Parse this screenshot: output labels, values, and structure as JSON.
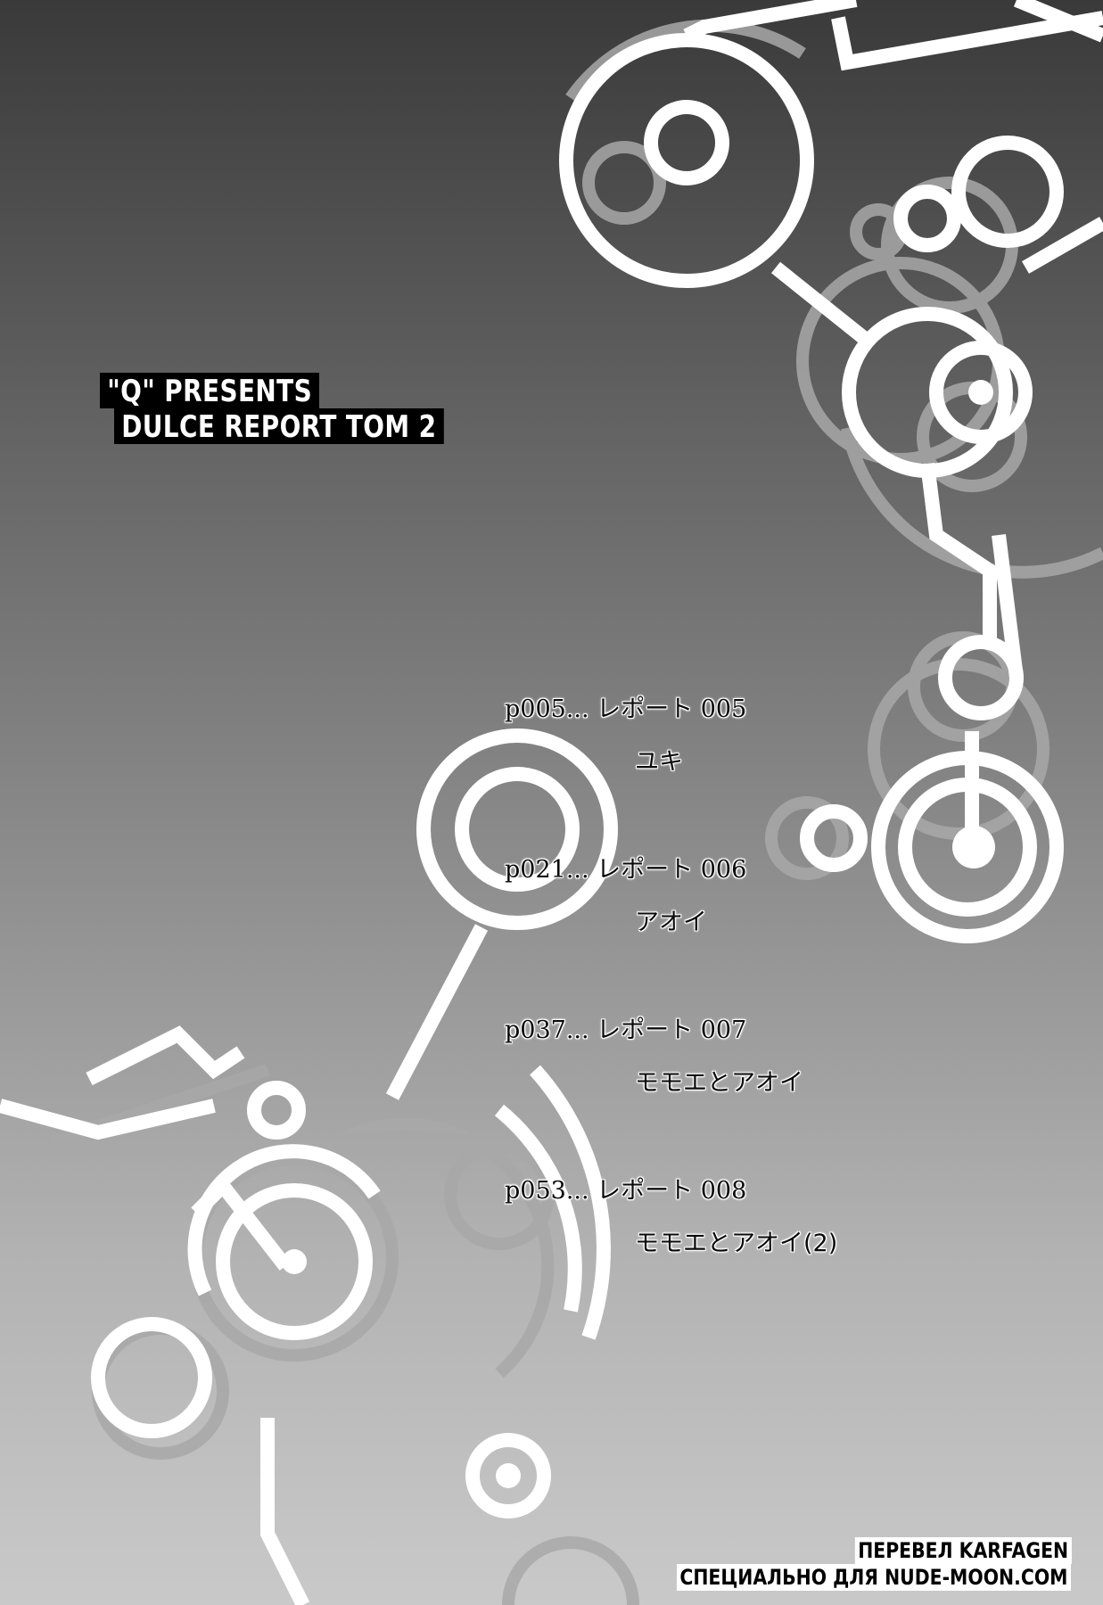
{
  "title": {
    "line1": "\"Q\" PRESENTS",
    "line2": "DULCE REPORT  TOM 2"
  },
  "contents": [
    {
      "page": "p005... レポート 005",
      "name": "ユキ"
    },
    {
      "page": "p021... レポート 006",
      "name": "アオイ"
    },
    {
      "page": "p037... レポート 007",
      "name": "モモエとアオイ"
    },
    {
      "page": "p053... レポート 008",
      "name": "モモエとアオイ(2)"
    }
  ],
  "credits": {
    "line1": "ПЕРЕВЕЛ KARFAGEN",
    "line2": "СПЕЦИАЛЬНО ДЛЯ NUDE-MOON.COM"
  },
  "colors": {
    "background_top": "#3a3a3a",
    "background_bottom": "#c9c9c9",
    "ring_white": "#ffffff",
    "ring_gray": "#a9a9a9"
  }
}
